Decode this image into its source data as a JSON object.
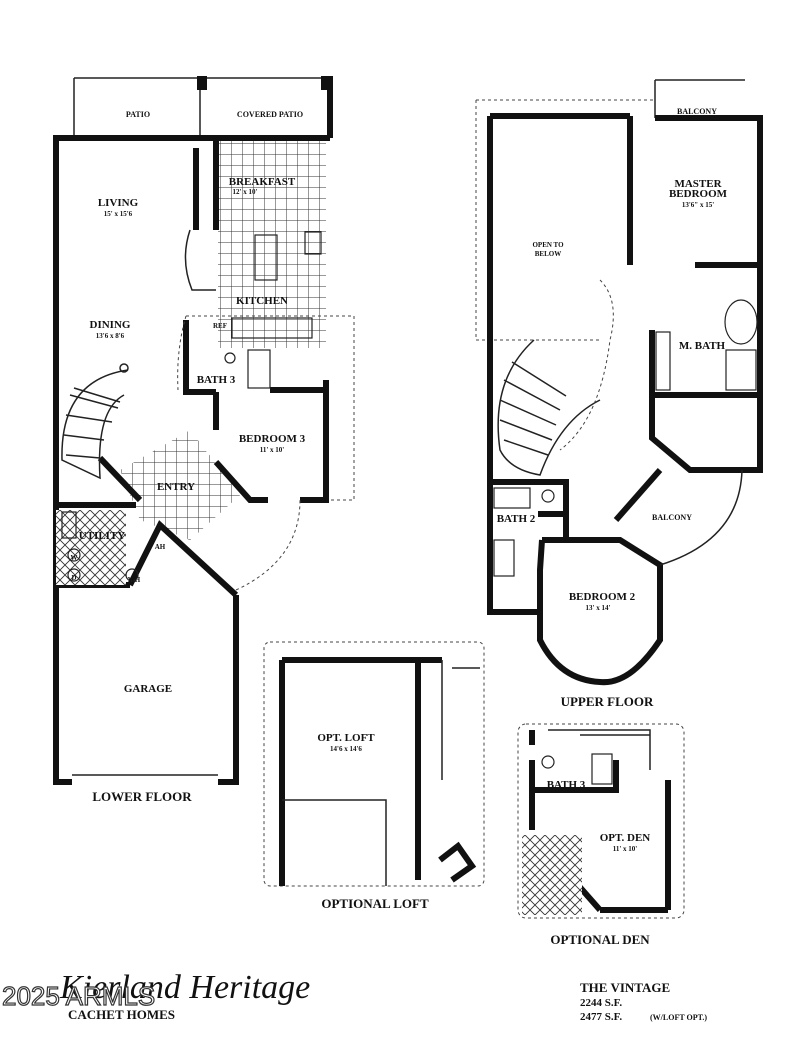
{
  "lower_floor": {
    "title": "LOWER FLOOR",
    "patio": "PATIO",
    "covered_patio": "COVERED PATIO",
    "living": "LIVING",
    "living_size": "15' x 15'6",
    "breakfast": "BREAKFAST",
    "breakfast_size": "12' x 10'",
    "kitchen": "KITCHEN",
    "ref": "REF",
    "dining": "DINING",
    "dining_size": "13'6 x 8'6",
    "bath3": "BATH 3",
    "bedroom3": "BEDROOM 3",
    "bedroom3_size": "11' x 10'",
    "entry": "ENTRY",
    "utility": "UTILITY",
    "ah": "AH",
    "w": "W",
    "d": "D",
    "wh": "WH",
    "garage": "GARAGE"
  },
  "upper_floor": {
    "title": "UPPER FLOOR",
    "balcony_top": "BALCONY",
    "master_bedroom_1": "MASTER",
    "master_bedroom_2": "BEDROOM",
    "master_size": "13'6\" x 15'",
    "open_to_1": "OPEN TO",
    "open_to_2": "BELOW",
    "m_bath": "M. BATH",
    "bath2": "BATH 2",
    "balcony_side": "BALCONY",
    "bedroom2": "BEDROOM 2",
    "bedroom2_size": "13' x 14'"
  },
  "optional_loft": {
    "title": "OPTIONAL LOFT",
    "room": "OPT. LOFT",
    "size": "14'6 x 14'6"
  },
  "optional_den": {
    "title": "OPTIONAL DEN",
    "bath3": "BATH 3",
    "room": "OPT. DEN",
    "size": "11' x 10'"
  },
  "branding": {
    "script_title": "Kierland Heritage",
    "builder": "CACHET HOMES",
    "watermark": "2025 ARMLS"
  },
  "plan_info": {
    "name": "THE VINTAGE",
    "sqft": "2244 S.F.",
    "sqft_loft": "2477 S.F.",
    "loft_note": "(W/LOFT OPT.)"
  }
}
